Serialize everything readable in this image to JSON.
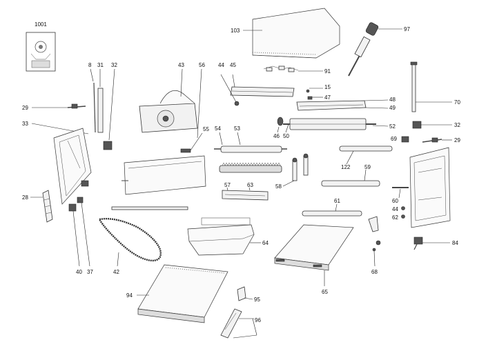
{
  "labels": {
    "p1001": "1001",
    "p103": "103",
    "p97": "97",
    "p91": "91",
    "p8": "8",
    "p31": "31",
    "p32a": "32",
    "p43": "43",
    "p56": "56",
    "p44a": "44",
    "p45": "45",
    "p15": "15",
    "p47": "47",
    "p48": "48",
    "p49": "49",
    "p70": "70",
    "p29a": "29",
    "p33": "33",
    "p55": "55",
    "p54": "54",
    "p53": "53",
    "p46": "46",
    "p50": "50",
    "p52": "52",
    "p32b": "32",
    "p69": "69",
    "p29b": "29",
    "p122": "122",
    "p59": "59",
    "p57": "57",
    "p63": "63",
    "p58": "58",
    "p28": "28",
    "p60": "60",
    "p44b": "44",
    "p62": "62",
    "p61": "61",
    "p64": "64",
    "p84": "84",
    "p68": "68",
    "p40": "40",
    "p37": "37",
    "p42": "42",
    "p65": "65",
    "p94": "94",
    "p95": "95",
    "p96": "96"
  }
}
